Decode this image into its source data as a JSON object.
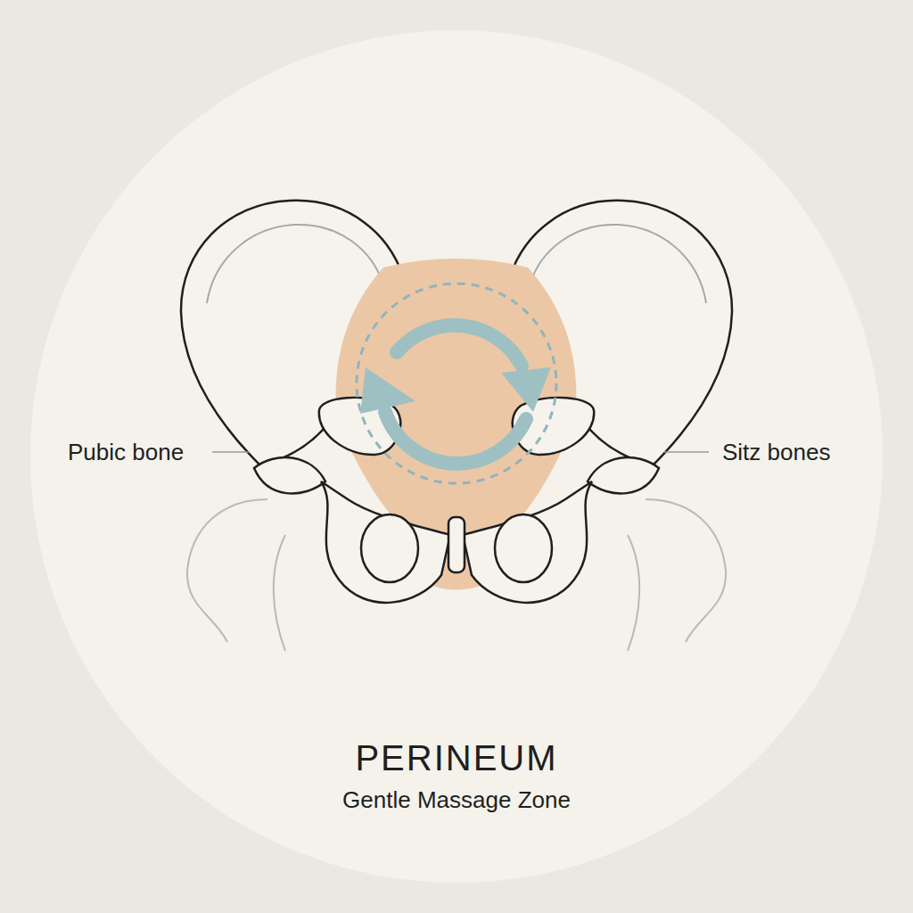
{
  "diagram": {
    "title": "PERINEUM",
    "caption": "Gentle Massage Zone",
    "labels": [
      "Pubic bone",
      "Sitz bones"
    ]
  }
}
